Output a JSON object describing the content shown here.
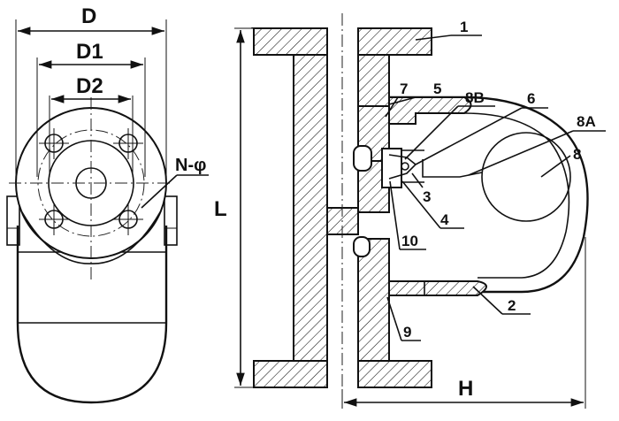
{
  "dimensions": {
    "D": "D",
    "D1": "D1",
    "D2": "D2",
    "N": "N-φ",
    "L": "L",
    "H": "H"
  },
  "parts": [
    "1",
    "2",
    "3",
    "4",
    "5",
    "6",
    "7",
    "8",
    "8A",
    "8B",
    "9",
    "10"
  ],
  "colors": {
    "line": "#111111",
    "background": "#ffffff"
  }
}
